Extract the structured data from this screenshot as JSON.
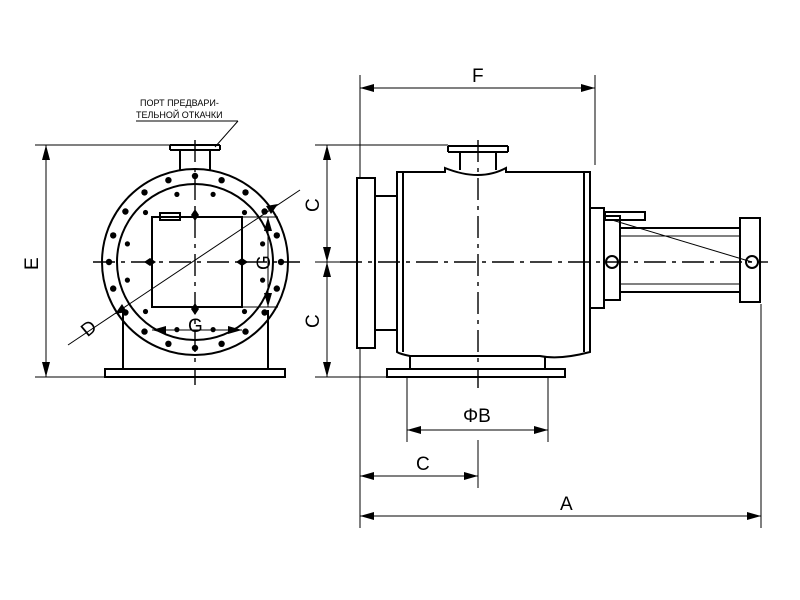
{
  "note": {
    "line1": "ПОРТ ПРЕДВАРИ-",
    "line2": "ТЕЛЬНОЙ ОТКАЧКИ"
  },
  "dimensions": {
    "E": "E",
    "D": "D",
    "G_horizontal": "G",
    "G_vertical": "G",
    "C_upper": "C",
    "C_lower": "C",
    "F": "F",
    "phiB": "ΦB",
    "C_bottom": "C",
    "A": "A"
  },
  "colors": {
    "line": "#000000",
    "background": "#ffffff"
  }
}
